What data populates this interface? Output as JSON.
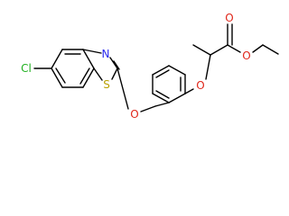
{
  "molecule": {
    "atoms": {
      "cl": "Cl",
      "n": "N",
      "s": "S",
      "o_aryl_ether": "O",
      "o_phenoxy": "O",
      "o_carbonyl": "O",
      "o_ester": "O"
    },
    "colors": {
      "bond": "#000000",
      "cl": "#1fb01f",
      "n": "#2a2af0",
      "s": "#b9a100",
      "o": "#e0261a"
    }
  }
}
